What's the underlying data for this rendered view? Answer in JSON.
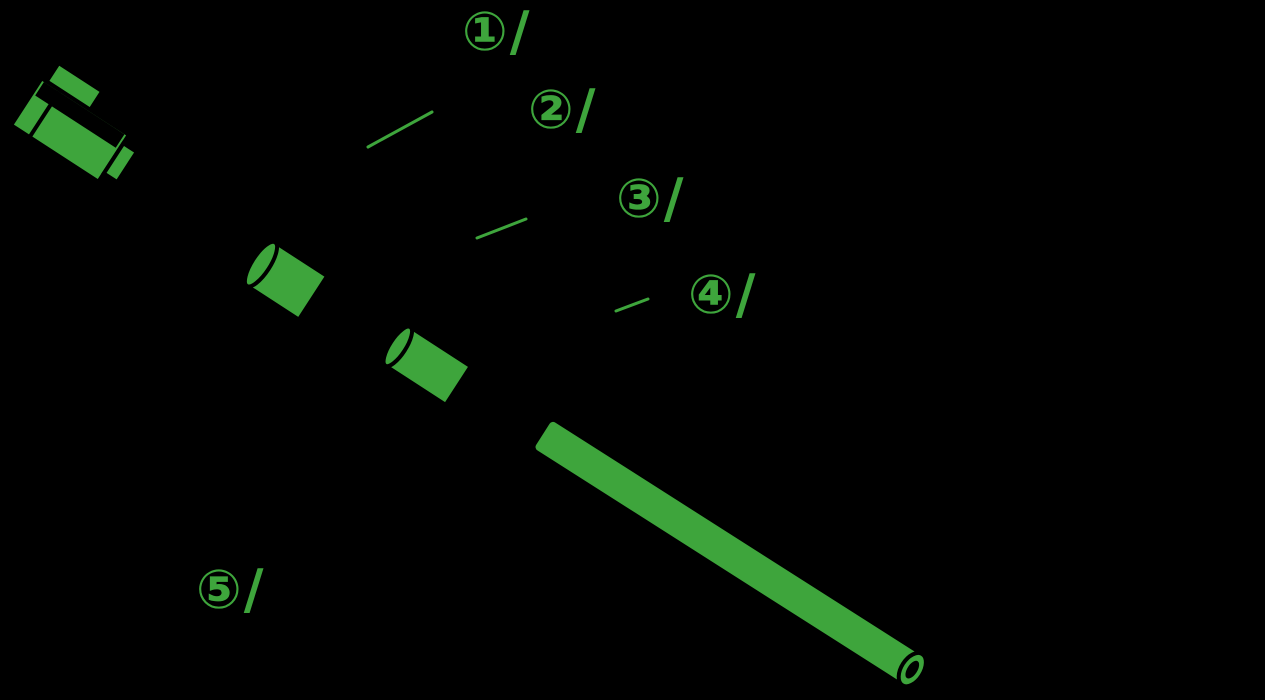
{
  "diagram": {
    "background_color": "#000000",
    "part_color": "#3ea53c",
    "outline_color": "#000000",
    "callouts": [
      {
        "text": "①/"
      },
      {
        "text": "②/"
      },
      {
        "text": "③/"
      },
      {
        "text": "④/"
      },
      {
        "text": "⑤/"
      }
    ]
  }
}
